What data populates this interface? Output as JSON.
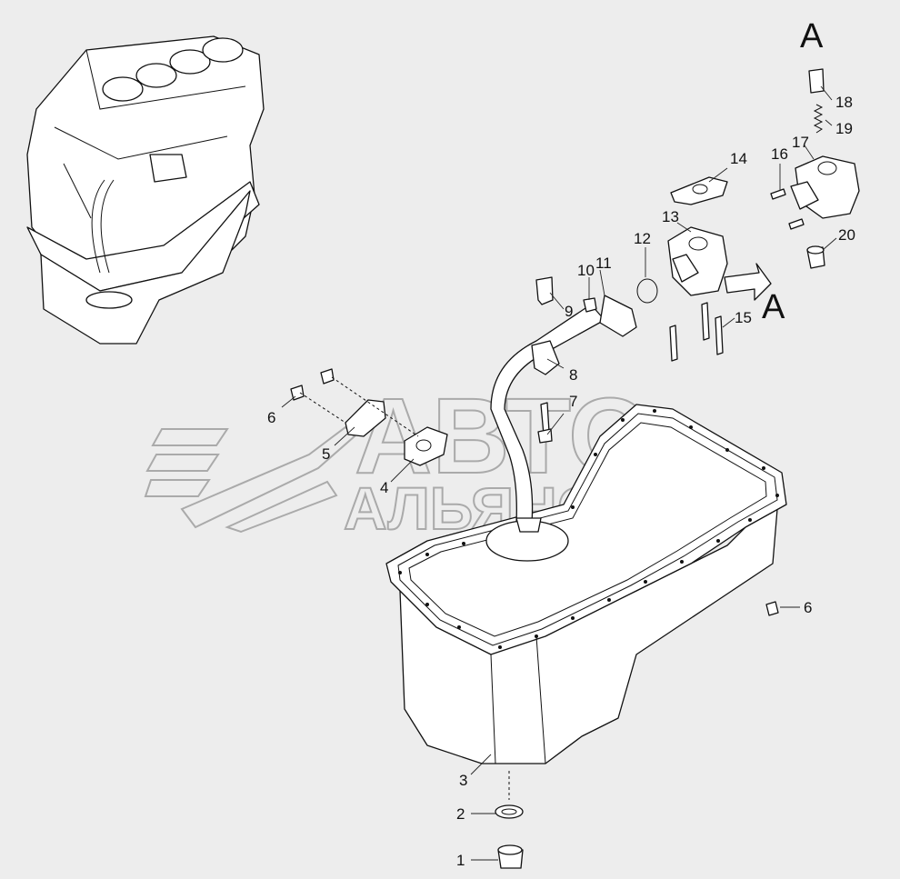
{
  "view_labels": {
    "main_view": "A",
    "arrow_view": "A"
  },
  "watermark": {
    "line1": "АВТО",
    "line2": "АЛЬЯНС"
  },
  "callouts": [
    "1",
    "2",
    "3",
    "4",
    "5",
    "6",
    "6",
    "7",
    "8",
    "9",
    "10",
    "11",
    "12",
    "13",
    "14",
    "15",
    "16",
    "17",
    "18",
    "19",
    "20"
  ],
  "colors": {
    "background": "#ededed",
    "line": "#111111",
    "watermark": "#9a9a9a"
  }
}
